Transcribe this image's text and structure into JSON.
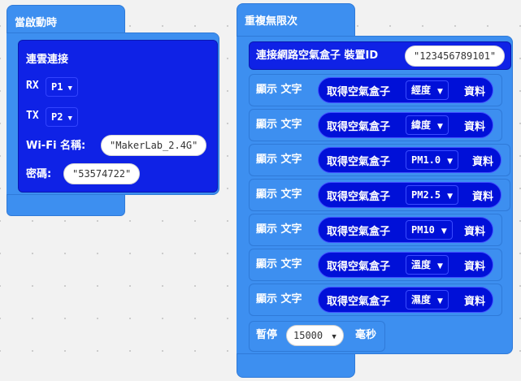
{
  "on_start": {
    "header": "當啟動時",
    "connect_label": "連雲連接",
    "rx_label": "RX",
    "rx_value": "P1",
    "tx_label": "TX",
    "tx_value": "P2",
    "wifi_label": "Wi-Fi 名稱:",
    "wifi_value": "\"MakerLab_2.4G\"",
    "password_label": "密碼:",
    "password_value": "\"53574722\""
  },
  "forever": {
    "header": "重複無限次",
    "connect_box_label": "連接網路空氣盒子 裝置ID",
    "device_id": "\"123456789101\"",
    "show_text": "顯示 文字",
    "get_box": "取得空氣盒子",
    "data_label": "資料",
    "fields": [
      "經度",
      "緯度",
      "PM1.0",
      "PM2.5",
      "PM10",
      "溫度",
      "濕度"
    ],
    "pause_label": "暫停",
    "pause_value": "15000",
    "pause_unit": "毫秒"
  },
  "colors": {
    "light_block": "#3d8ff0",
    "dark_block": "#0f22e6",
    "background": "#f2f2f2"
  },
  "icons": {
    "dropdown": "caret-down-icon"
  }
}
